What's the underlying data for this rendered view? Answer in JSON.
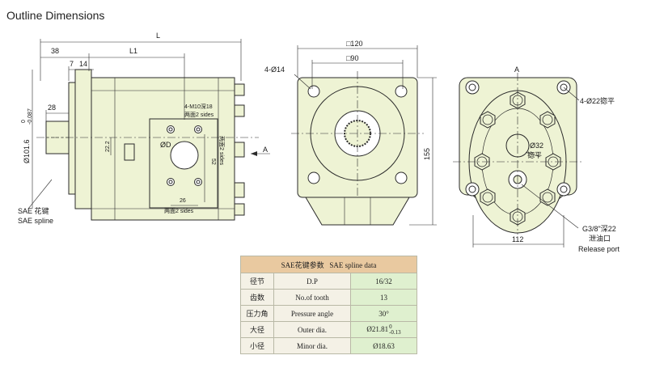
{
  "page_title": "Outline Dimensions",
  "side_view": {
    "dim_L": "L",
    "dim_L1": "L1",
    "dim_38": "38",
    "dim_7": "7",
    "dim_14": "14",
    "dim_28": "28",
    "dim_shaft_dia": "Ø101.6",
    "dim_shaft_tol_upper": "0",
    "dim_shaft_tol_lower": "-0.087",
    "port_thread": "4-M10深18",
    "port_sides_top": "两面2 sides",
    "port_od": "ØD",
    "dim_22_2": "22.2",
    "dim_52": "52",
    "port_sides_right": "两面2 sides",
    "dim_26": "26",
    "port_sides_bottom": "两面2 sides",
    "spline_cn": "SAE 花键",
    "spline_en": "SAE spline",
    "view_arrow": "A"
  },
  "front_view": {
    "square_120": "□120",
    "square_90": "□90",
    "holes": "4-Ø14",
    "height_155": "155"
  },
  "view_a": {
    "view_label": "A",
    "holes": "4-Ø22锪平",
    "port_dia": "Ø32",
    "port_spot": "锪平",
    "release_thread": "G3/8\"深22",
    "release_cn": "泄油口",
    "release_en": "Release port",
    "width_112": "112"
  },
  "spline_table": {
    "header_cn": "SAE花键参数",
    "header_en": "SAE spline data",
    "rows": [
      {
        "cn": "径节",
        "en": "D.P",
        "value": "16/32"
      },
      {
        "cn": "齿数",
        "en": "No.of tooth",
        "value": "13"
      },
      {
        "cn": "压力角",
        "en": "Pressure angle",
        "value": "30°"
      },
      {
        "cn": "大径",
        "en": "Outer dia.",
        "value": "Ø21.81",
        "tol_upper": "0",
        "tol_lower": "-0.13"
      },
      {
        "cn": "小径",
        "en": "Minor dia.",
        "value": "Ø18.63"
      }
    ]
  },
  "colors": {
    "body_fill": "#eef3d4",
    "line": "#2a2a2a",
    "table_header": "#e9c9a0",
    "table_value": "#dff0cf"
  }
}
